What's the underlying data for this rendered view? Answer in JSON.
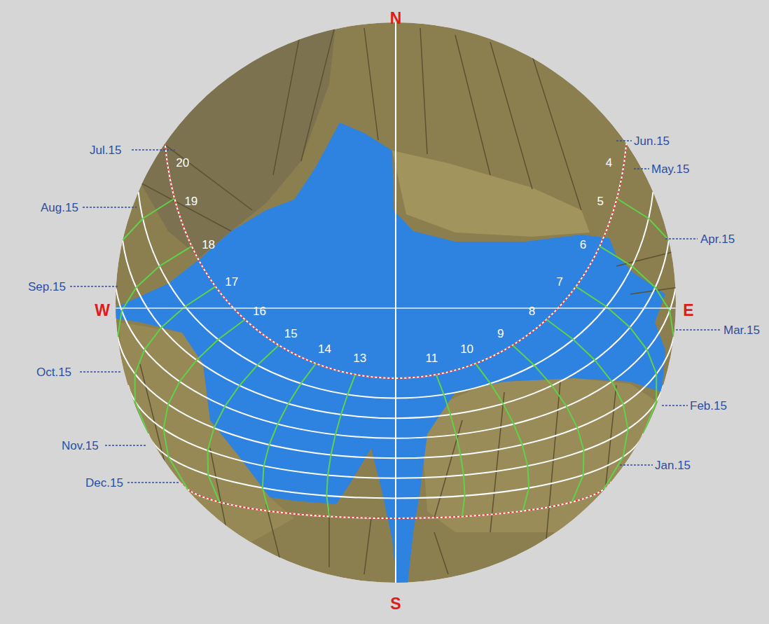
{
  "diagram": {
    "labels": [
      "N",
      "S",
      "W",
      "E",
      "Jul.15",
      "Aug.15",
      "Sep.15",
      "Oct.15",
      "Nov.15",
      "Dec.15",
      "Jun.15",
      "May.15",
      "Apr.15",
      "Mar.15",
      "Feb.15",
      "Jan.15",
      "20",
      "19",
      "18",
      "17",
      "16",
      "15",
      "14",
      "13",
      "11",
      "10",
      "9",
      "8",
      "7",
      "6",
      "5",
      "4"
    ]
  }
}
